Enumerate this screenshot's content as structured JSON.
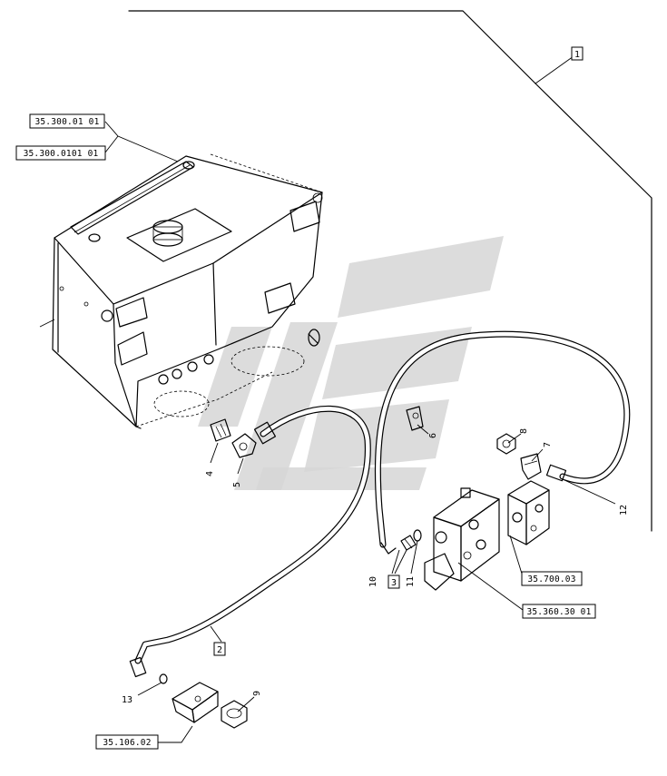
{
  "reference_labels": {
    "ref_35_300_01_01": "35.300.01 01",
    "ref_35_300_0101_01": "35.300.0101 01",
    "ref_35_700_03": "35.700.03",
    "ref_35_360_30_01": "35.360.30 01",
    "ref_35_106_02": "35.106.02"
  },
  "callouts": {
    "c1": "1",
    "c2": "2",
    "c3": "3",
    "c4": "4",
    "c5": "5",
    "c6": "6",
    "c7": "7",
    "c8": "8",
    "c9": "9",
    "c10": "10",
    "c11": "11",
    "c12": "12",
    "c13": "13"
  },
  "colors": {
    "line": "#000000",
    "background": "#ffffff",
    "watermark": "#d6d6d6"
  }
}
